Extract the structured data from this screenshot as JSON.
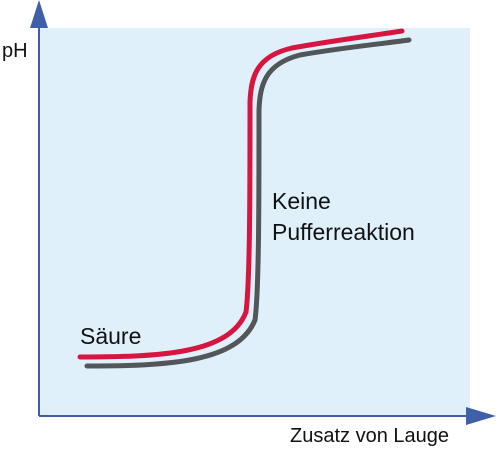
{
  "axes": {
    "y_label": "pH",
    "x_label": "Zusatz von Lauge"
  },
  "annotations": {
    "acid": "Säure",
    "no_buffer_line1": "Keine",
    "no_buffer_line2": "Pufferreaktion"
  },
  "colors": {
    "plot_background": "#e0f0fb",
    "axis": "#3f5fa8",
    "curve_front": "#d6163e",
    "curve_shadow": "#525658",
    "text": "#111111"
  }
}
